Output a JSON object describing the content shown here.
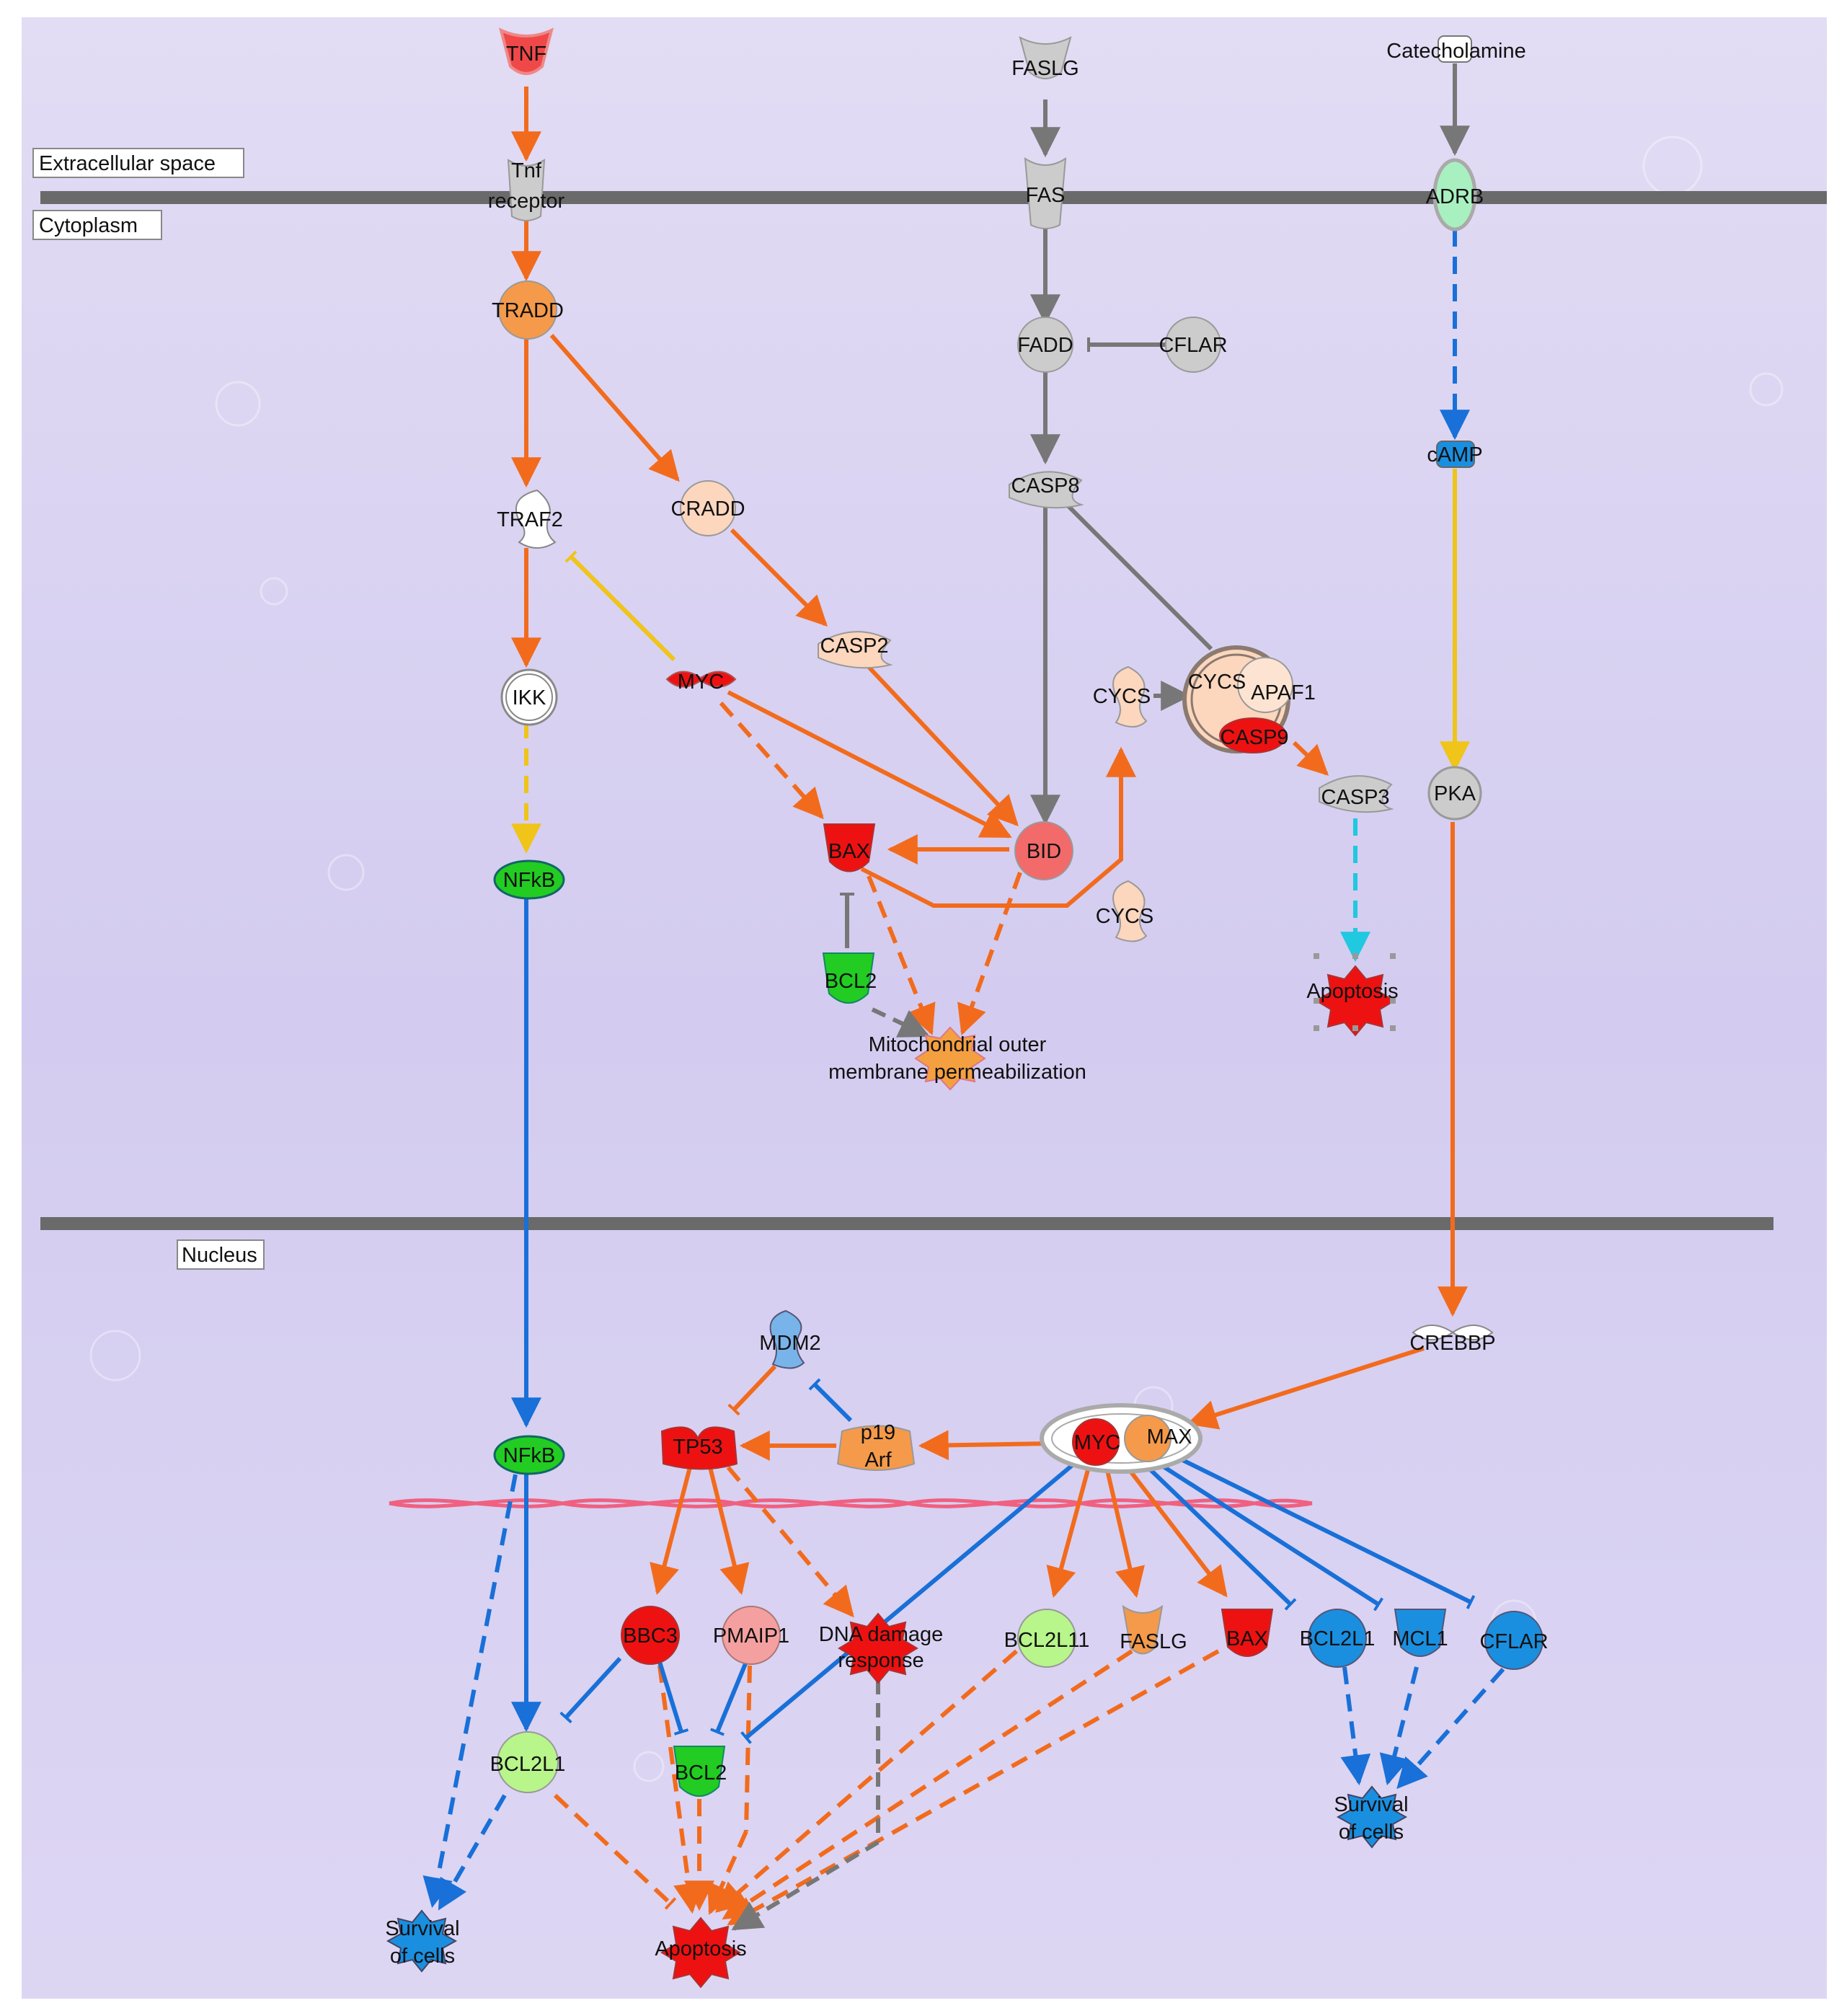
{
  "compartments": {
    "extracellular": "Extracellular space",
    "cytoplasm": "Cytoplasm",
    "nucleus": "Nucleus"
  },
  "colors": {
    "activate_orange": "#f26b1d",
    "inhibit_blue": "#1870d8",
    "neutral_gray": "#777777",
    "yellow": "#f0c419",
    "cyan": "#20c8e0",
    "membrane": "#6a6a6a",
    "up_red": "#ee1111",
    "up_orange": "#f59a4a",
    "up_light": "#fcd6bd",
    "down_green": "#22cc22",
    "down_lightgreen": "#b8f58a",
    "down_blue": "#1a8fe0",
    "gray_node": "#cccccc"
  },
  "nodes": {
    "tnf": "TNF",
    "faslg_top": "FASLG",
    "catecholamine": "Catecholamine",
    "tnf_receptor_1": "Tnf",
    "tnf_receptor_2": "receptor",
    "fas": "FAS",
    "adrb": "ADRB",
    "tradd": "TRADD",
    "fadd": "FADD",
    "cflar_top": "CFLAR",
    "camp": "cAMP",
    "traf2": "TRAF2",
    "cradd": "CRADD",
    "casp8": "CASP8",
    "casp2": "CASP2",
    "ikk": "IKK",
    "myc_top": "MYC",
    "cycs_a": "CYCS",
    "cycs_complex": "CYCS",
    "apaf1": "APAF1",
    "casp9": "CASP9",
    "pka": "PKA",
    "casp3": "CASP3",
    "nfkb_top": "NFkB",
    "bax_top": "BAX",
    "bid": "BID",
    "cycs_b": "CYCS",
    "bcl2_top": "BCL2",
    "apoptosis_top": "Apoptosis",
    "momp_1": "Mitochondrial outer",
    "momp_2": "membrane permeabilization",
    "crebbp": "CREBBP",
    "mdm2": "MDM2",
    "nfkb_nuc": "NFkB",
    "tp53": "TP53",
    "p19arf_1": "p19",
    "p19arf_2": "Arf",
    "myc_nuc": "MYC",
    "max": "MAX",
    "bbc3": "BBC3",
    "pmaip1": "PMAIP1",
    "dna_1": "DNA damage",
    "dna_2": "response",
    "bcl2l11": "BCL2L11",
    "faslg_nuc": "FASLG",
    "bax_nuc": "BAX",
    "bcl2l1_right": "BCL2L1",
    "mcl1": "MCL1",
    "cflar_nuc": "CFLAR",
    "bcl2l1_left": "BCL2L1",
    "bcl2_nuc": "BCL2",
    "survival_left_1": "Survival",
    "survival_left_2": "of cells",
    "survival_right_1": "Survival",
    "survival_right_2": "of cells",
    "apoptosis_bottom": "Apoptosis"
  }
}
